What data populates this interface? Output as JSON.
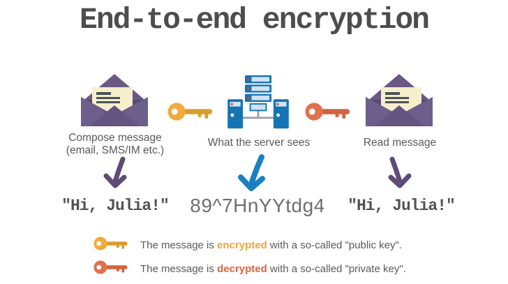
{
  "title": "End-to-end encryption",
  "flow": {
    "compose": {
      "icon": "envelope-icon",
      "label": "Compose message",
      "label2": "(email, SMS/IM etc.)",
      "message": "\"Hi, Julia!\""
    },
    "server": {
      "icon": "server-icon",
      "label": "What the server sees",
      "message": "89^7HnYYtdg4"
    },
    "read": {
      "icon": "envelope-icon",
      "label": "Read message",
      "message": "\"Hi, Julia!\""
    }
  },
  "keys": {
    "public": {
      "name": "gold-key",
      "head_color": "#f0ab3c",
      "shaft_color": "#d89d2e"
    },
    "private": {
      "name": "orange-key",
      "head_color": "#e0714d",
      "shaft_color": "#d26240"
    }
  },
  "legend": {
    "encrypted": {
      "prefix": "The message is ",
      "keyword": "encrypted",
      "suffix": " with a so-called \"public key\".",
      "keyword_color": "#eda43b"
    },
    "decrypted": {
      "prefix": "The message is ",
      "keyword": "decrypted",
      "suffix": " with a so-called \"private key\".",
      "keyword_color": "#e2603c"
    }
  },
  "colors": {
    "background": "#ffffff",
    "title_text": "#4d4d4f",
    "body_text": "#58595b",
    "cipher_text": "#6d6e70",
    "arrow_purple": "#5f4b79",
    "arrow_blue": "#1b7fc2",
    "envelope_purple": "#6e5e8b",
    "envelope_dark_purple": "#635480",
    "server_blue": "#1673b4",
    "server_panel_blue": "#cfe3f3",
    "paper_cream": "#f5efcc"
  }
}
